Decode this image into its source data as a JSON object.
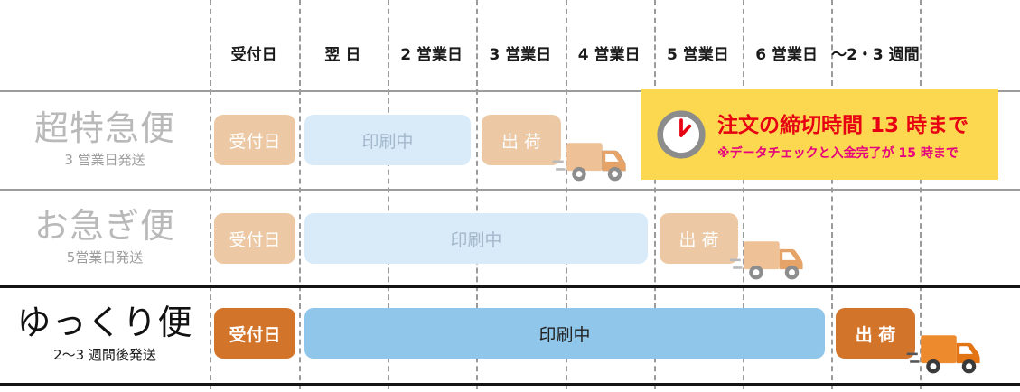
{
  "columns": [
    "受付日",
    "翌 日",
    "2 営業日",
    "3 営業日",
    "4 営業日",
    "5 営業日",
    "6 営業日",
    "～2・3 週間"
  ],
  "rows": [
    {
      "title": "超特急便",
      "subtitle": "3 営業日発送",
      "reception": "受付日",
      "printing": "印刷中",
      "shipping": "出 荷"
    },
    {
      "title": "お急ぎ便",
      "subtitle": "5営業日発送",
      "reception": "受付日",
      "printing": "印刷中",
      "shipping": "出 荷"
    },
    {
      "title": "ゆっくり便",
      "subtitle": "2～3 週間後発送",
      "reception": "受付日",
      "printing": "印刷中",
      "shipping": "出 荷"
    }
  ],
  "notice": {
    "deadline": "注文の締切時間 13 時まで",
    "note": "※データチェックと入金完了が 15 時まで"
  },
  "icons": {
    "clock": "clock-icon",
    "truck": "delivery-truck-icon"
  },
  "colors": {
    "faded_reception_bar": "#ecc9a4",
    "faded_printing_bar": "#d9ebf9",
    "active_reception_bar": "#d3742b",
    "active_printing_bar": "#8fc6e9",
    "active_shipping_bar": "#d3742b",
    "notice_background": "#fbd84f",
    "notice_red": "#e60012",
    "notice_pink": "#e4007f",
    "gridline_gray": "#9b9b9b"
  }
}
